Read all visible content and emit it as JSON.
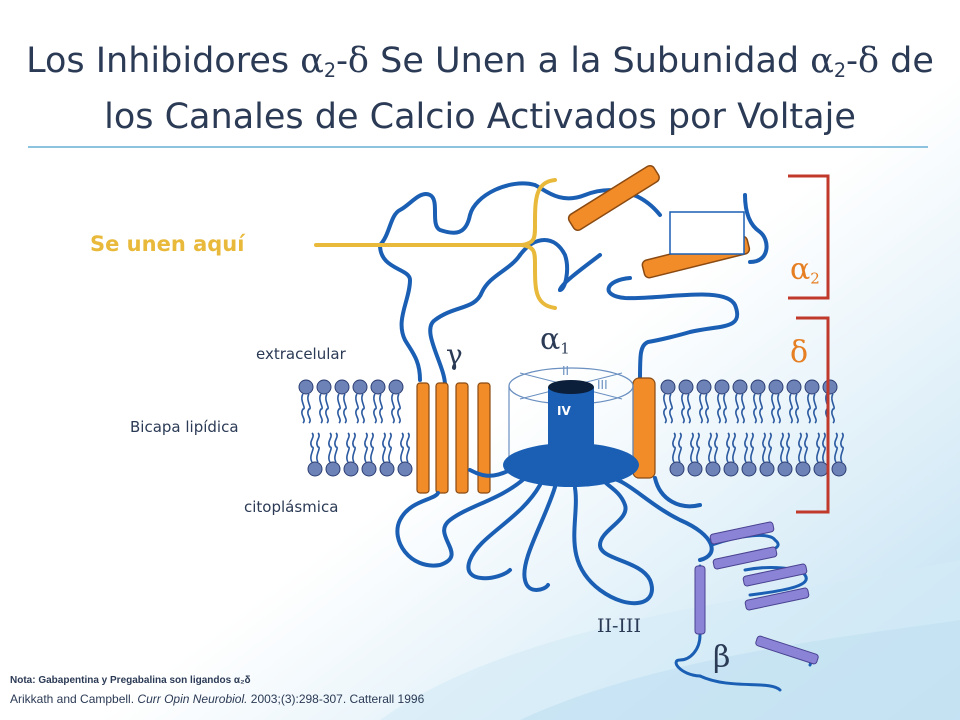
{
  "title": {
    "part1": "Los Inhibidores ",
    "alpha": "α",
    "sub2": "2",
    "dash_delta": "-δ",
    "part2": " Se Unen a la Subunidad ",
    "part3": " de",
    "line2": "los Canales de Calcio Activados por Voltaje"
  },
  "labels": {
    "bind_here": "Se unen aquí",
    "extracellular": "extracelular",
    "lipid_bilayer": "Bicapa lipídica",
    "cytoplasmic": "citoplásmica",
    "gamma": "γ",
    "alpha1": "α",
    "alpha1_sub": "1",
    "alpha2": "α",
    "alpha2_sub": "2",
    "delta": "δ",
    "beta": "β",
    "loop_II_III": "II-III",
    "domain_II": "II",
    "domain_III": "III",
    "domain_IV": "IV"
  },
  "footer": {
    "note": "Nota: Gabapentina y Pregabalina son ligandos α₂δ",
    "ref_authors": "Arikkath and Campbell. ",
    "ref_journal": "Curr Opin Neurobiol.",
    "ref_rest": " 2003;(3):298-307.  Catterall 1996"
  },
  "colors": {
    "title": "#2b3a55",
    "accent_yellow": "#e8b93a",
    "orange": "#f28c28",
    "blue": "#1a5fb4",
    "red": "#c0392b",
    "beta_purple": "#8a83d6"
  }
}
